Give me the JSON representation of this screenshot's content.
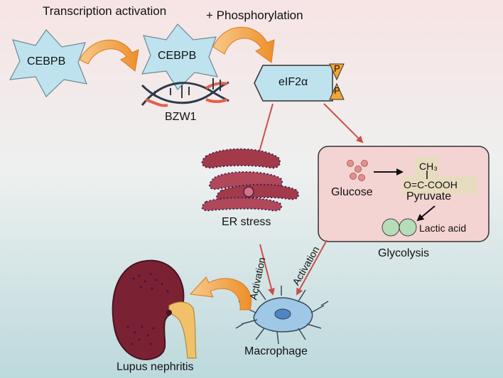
{
  "labels": {
    "transcription_activation": "Transcription activation",
    "phosphorylation": "+ Phosphorylation",
    "cebpb_left": "CEBPB",
    "cebpb_right": "CEBPB",
    "bzw1": "BZW1",
    "eif2a": "eIF2α",
    "p_top": "P",
    "p_bottom": "P",
    "er_stress": "ER stress",
    "glucose": "Glucose",
    "ch3": "CH₃",
    "pyruvate_formula": "O=C-COOH",
    "pyruvate": "Pyruvate",
    "lactic_acid": "Lactic acid",
    "glycolysis": "Glycolysis",
    "activation_left": "Activation",
    "activation_right": "Activation",
    "macrophage": "Macrophage",
    "lupus_nephritis": "Lupus nephritis"
  },
  "colors": {
    "star_fill": "#bfe3ee",
    "curve_arrow": "#f0a040",
    "pathway_arrow": "#c9504a",
    "glycolysis_box": "#f4d3d3",
    "kidney": "#7a2233",
    "ureter": "#f1c16a",
    "er_body": "#a33a4a",
    "macrophage": "#9fc7e6"
  }
}
